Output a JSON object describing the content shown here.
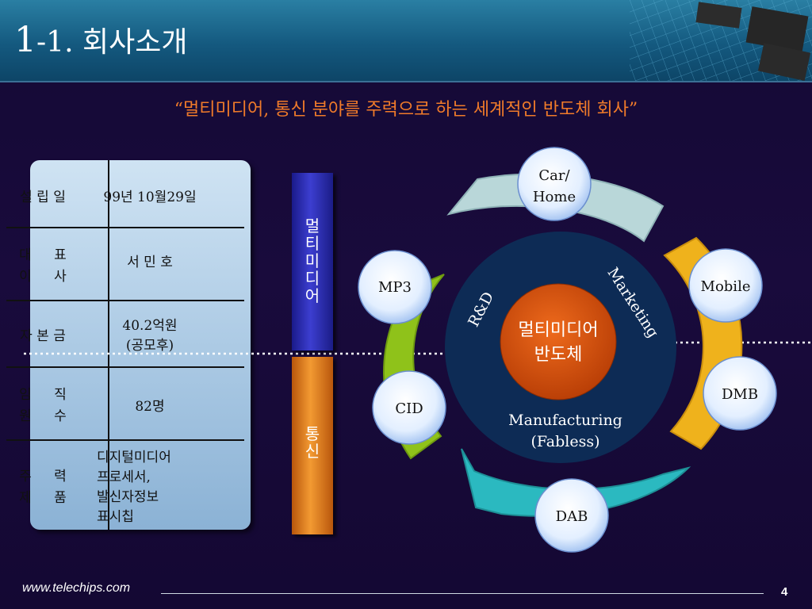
{
  "header": {
    "title_num": "1",
    "title_text": "-1. 회사소개"
  },
  "subtitle": "“멀티미디어, 통신 분야를 주력으로 하는 세계적인 반도체 회사”",
  "info_table": {
    "rows": [
      {
        "label": "설 립 일",
        "value_lines": [
          "99년 10월29일"
        ]
      },
      {
        "label_chars": [
          "대",
          "표",
          "이",
          "사"
        ],
        "value_lines": [
          "서 민 호"
        ]
      },
      {
        "label": "자 본 금",
        "value_lines": [
          "40.2억원",
          "(공모후)"
        ]
      },
      {
        "label_chars": [
          "임",
          "직",
          "원",
          "수"
        ],
        "value_lines": [
          "82명"
        ]
      },
      {
        "label_chars": [
          "주",
          "력",
          "제",
          "품"
        ],
        "value_lines": [
          "디지털미디어",
          "프로세서,",
          "발신자정보",
          "표시칩"
        ]
      }
    ]
  },
  "bars": {
    "multimedia": "멀티미디어",
    "telecom": "통신"
  },
  "diagram": {
    "center_lines": [
      "멀티미디어",
      "반도체"
    ],
    "ring_labels": {
      "rnd": "R&D",
      "marketing": "Marketing",
      "manufacturing": [
        "Manufacturing",
        "(Fabless)"
      ]
    },
    "apps": {
      "car_home": [
        "Car/",
        "Home"
      ],
      "mp3": "MP3",
      "cid": "CID",
      "mobile": "Mobile",
      "dmb": "DMB",
      "dab": "DAB"
    },
    "colors": {
      "segment_top": "#b9d7d9",
      "segment_left": "#8fc21a",
      "segment_right": "#efb21c",
      "segment_bottom": "#2bb9c0",
      "ring": "#0d2b55",
      "center": "#d64d0a"
    }
  },
  "footer": {
    "url": "www.telechips.com",
    "page": "4"
  }
}
